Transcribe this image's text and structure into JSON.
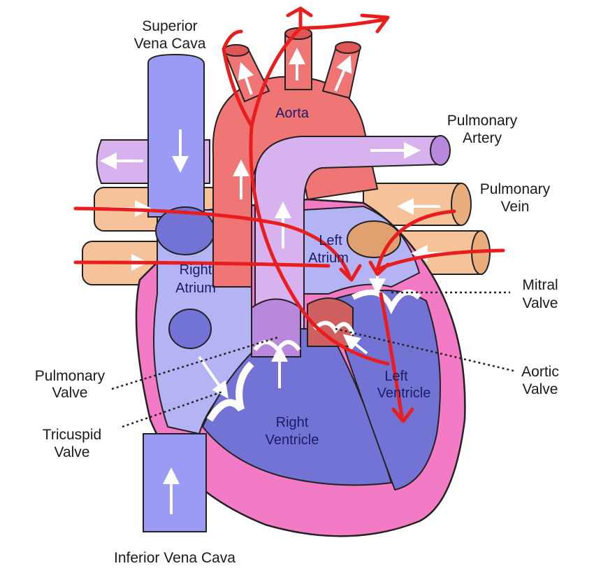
{
  "labels": {
    "superior_vena_cava": [
      "Superior",
      "Vena Cava"
    ],
    "aorta": "Aorta",
    "pulmonary_artery": [
      "Pulmonary",
      "Artery"
    ],
    "pulmonary_vein": [
      "Pulmonary",
      "Vein"
    ],
    "left_atrium": [
      "Left",
      "Atrium"
    ],
    "right_atrium": [
      "Right",
      "Atrium"
    ],
    "mitral_valve": [
      "Mitral",
      "Valve"
    ],
    "aortic_valve": [
      "Aortic",
      "Valve"
    ],
    "pulmonary_valve": [
      "Pulmonary",
      "Valve"
    ],
    "tricuspid_valve": [
      "Tricuspid",
      "Valve"
    ],
    "left_ventricle": [
      "Left",
      "Ventricle"
    ],
    "right_ventricle": [
      "Right",
      "Ventricle"
    ],
    "inferior_vena_cava": "Inferior Vena Cava"
  },
  "colors": {
    "deoxygenated_vessel": "#9b9bf5",
    "deoxygenated_chamber": "#b4b4f5",
    "ventricle_dark": "#7373d6",
    "oxygenated_vessel": "#f07575",
    "pulmonary_artery": "#d8b2ee",
    "pulmonary_vein": "#f6c29a",
    "myocardium": "#f37ac4",
    "annotation_red": "#e81e1e"
  }
}
